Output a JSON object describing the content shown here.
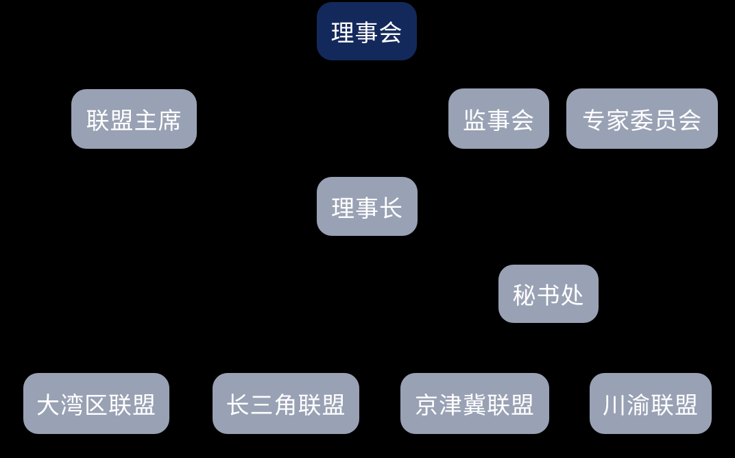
{
  "diagram": {
    "type": "org-chart",
    "background": "#000000",
    "text_color": "#ffffff",
    "node_colors": {
      "primary": "#14295b",
      "secondary": "#99a1b4"
    },
    "nodes": {
      "council": {
        "label": "理事会",
        "variant": "primary"
      },
      "alliance_chairman": {
        "label": "联盟主席",
        "variant": "secondary"
      },
      "supervisory_board": {
        "label": "监事会",
        "variant": "secondary"
      },
      "expert_committee": {
        "label": "专家委员会",
        "variant": "secondary"
      },
      "president": {
        "label": "理事长",
        "variant": "secondary"
      },
      "secretariat": {
        "label": "秘书处",
        "variant": "secondary"
      },
      "gba_alliance": {
        "label": "大湾区联盟",
        "variant": "secondary"
      },
      "yrd_alliance": {
        "label": "长三角联盟",
        "variant": "secondary"
      },
      "jjj_alliance": {
        "label": "京津冀联盟",
        "variant": "secondary"
      },
      "cy_alliance": {
        "label": "川渝联盟",
        "variant": "secondary"
      }
    }
  }
}
